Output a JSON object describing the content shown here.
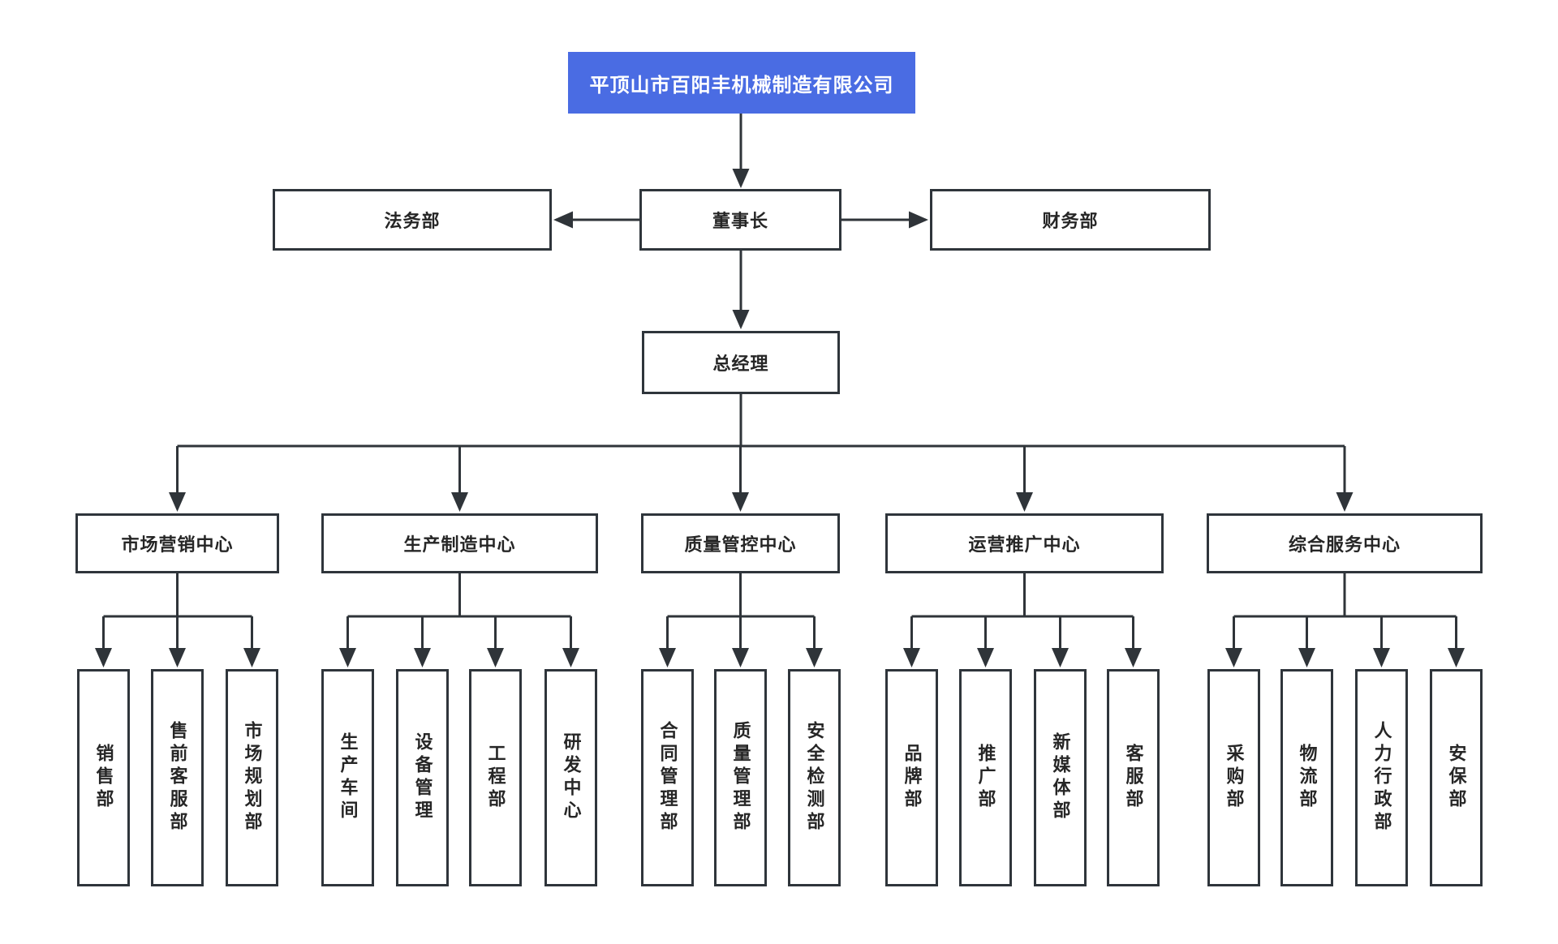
{
  "colors": {
    "background": "#FFFFFF",
    "accent_blue": "#4A6CE3",
    "box_border": "#2F353B",
    "connector_line": "#2F3439",
    "node_text": "#262626",
    "root_text": "#FFFFFF"
  },
  "org": {
    "root": "平顶山市百阳丰机械制造有限公司",
    "staff": {
      "legal": "法务部",
      "chairman": "董事长",
      "finance": "财务部"
    },
    "general_manager": "总经理",
    "centers": [
      {
        "label": "市场营销中心",
        "departments": [
          "销售部",
          "售前客服部",
          "市场规划部"
        ]
      },
      {
        "label": "生产制造中心",
        "departments": [
          "生产车间",
          "设备管理",
          "工程部",
          "研发中心"
        ]
      },
      {
        "label": "质量管控中心",
        "departments": [
          "合同管理部",
          "质量管理部",
          "安全检测部"
        ]
      },
      {
        "label": "运营推广中心",
        "departments": [
          "品牌部",
          "推广部",
          "新媒体部",
          "客服部"
        ]
      },
      {
        "label": "综合服务中心",
        "departments": [
          "采购部",
          "物流部",
          "人力行政部",
          "安保部"
        ]
      }
    ]
  }
}
